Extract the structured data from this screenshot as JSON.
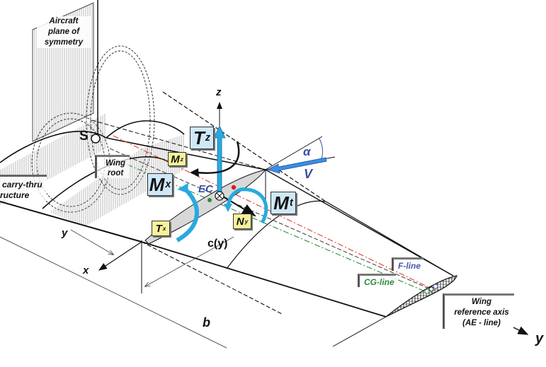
{
  "diagram": {
    "title": "Wing section internal loads diagram",
    "labels": {
      "plane_of_symmetry": [
        "Aircraft",
        "plane of",
        "symmetry"
      ],
      "point_s": "S",
      "wing_root": [
        "Wing",
        "root"
      ],
      "carry_thru": [
        "carry-thru",
        "ructure"
      ],
      "axis_z": "z",
      "axis_x": "x",
      "axis_y_span": "y",
      "axis_y_right": "y",
      "chord": "c(y)",
      "span": "b",
      "elastic_center": "EC",
      "angle_of_attack": "α",
      "velocity": "V",
      "f_line": "F-line",
      "cg_line": "CG-line",
      "wing_reference_axis": [
        "Wing",
        "reference axis",
        "(AE - line)"
      ]
    },
    "loads": {
      "Tz": {
        "main": "T",
        "sub": "z"
      },
      "Mz": {
        "main": "M",
        "sub": "z"
      },
      "Mx": {
        "main": "M",
        "sub": "x"
      },
      "Mt": {
        "main": "M",
        "sub": "t"
      },
      "Tx": {
        "main": "T",
        "sub": "x"
      },
      "Ny": {
        "main": "N",
        "sub": "y"
      }
    },
    "colors": {
      "load_arrow": "#29a9e0",
      "velocity_arrow": "#3a8fe0",
      "blue_box": "#cfe8f8",
      "yellow_box": "#f7f29a",
      "f_line": "#e0402a",
      "cg_line": "#2e8b3a",
      "f_line_text": "#4a5aa8",
      "cg_line_text": "#2e8b3a",
      "ec_text": "#3a4ea8",
      "alpha_text": "#3a4ea8"
    }
  }
}
